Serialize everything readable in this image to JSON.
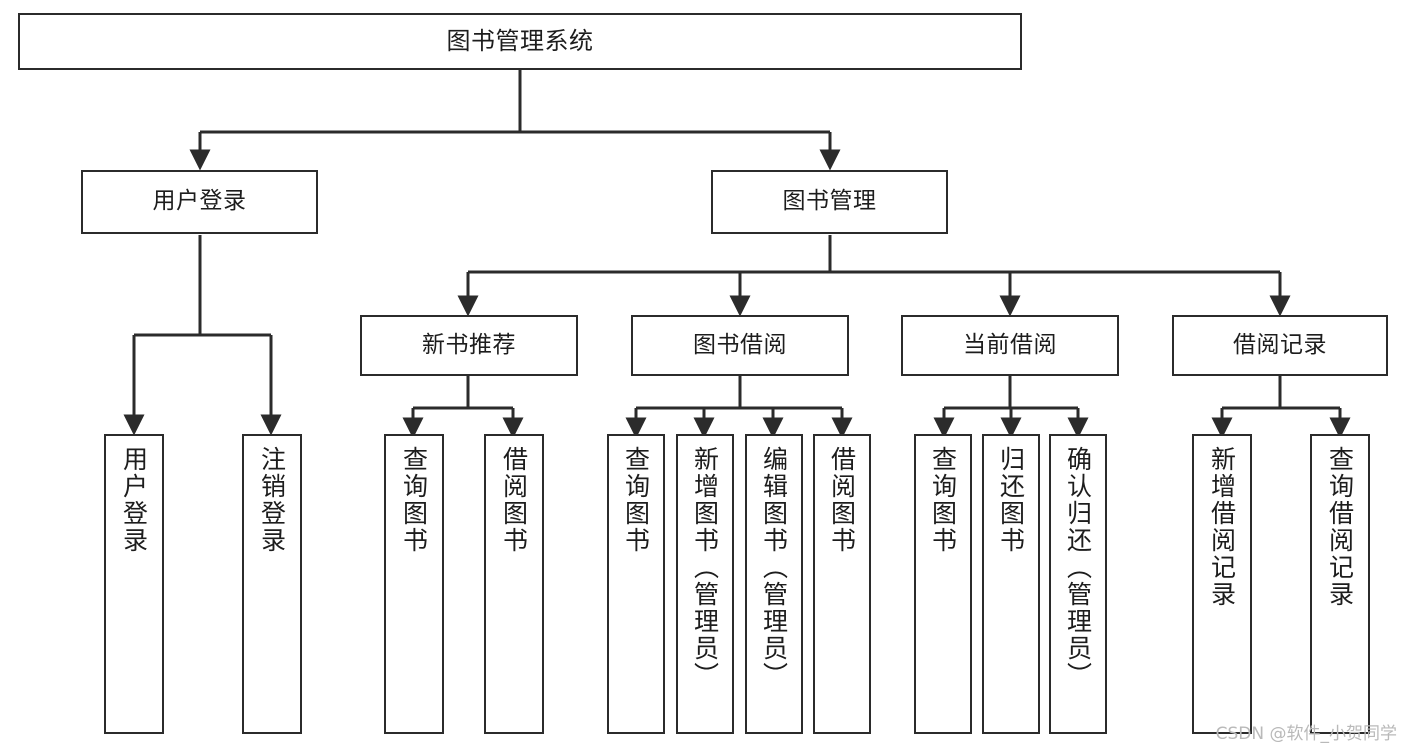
{
  "diagram": {
    "title": "图书管理系统",
    "type": "tree-hierarchy-chart",
    "root": {
      "label": "图书管理系统"
    },
    "level2": [
      {
        "label": "用户登录"
      },
      {
        "label": "图书管理"
      }
    ],
    "level3": [
      {
        "label": "新书推荐"
      },
      {
        "label": "图书借阅"
      },
      {
        "label": "当前借阅"
      },
      {
        "label": "借阅记录"
      }
    ],
    "leaves": {
      "user_login": [
        {
          "label": "用户登录"
        },
        {
          "label": "注销登录"
        }
      ],
      "new_book_recommend": [
        {
          "label": "查询图书"
        },
        {
          "label": "借阅图书"
        }
      ],
      "book_borrow": [
        {
          "label": "查询图书"
        },
        {
          "label": "新增图书（管理员）"
        },
        {
          "label": "编辑图书（管理员）"
        },
        {
          "label": "借阅图书"
        }
      ],
      "current_borrow": [
        {
          "label": "查询图书"
        },
        {
          "label": "归还图书"
        },
        {
          "label": "确认归还（管理员）"
        }
      ],
      "borrow_record": [
        {
          "label": "新增借阅记录"
        },
        {
          "label": "查询借阅记录"
        }
      ]
    }
  },
  "watermark": {
    "text": "CSDN @软件_小贺同学"
  },
  "colors": {
    "stroke": "#2b2b2b",
    "background": "#ffffff",
    "text": "#1d1d1d",
    "watermark": "#b9b9b9"
  }
}
